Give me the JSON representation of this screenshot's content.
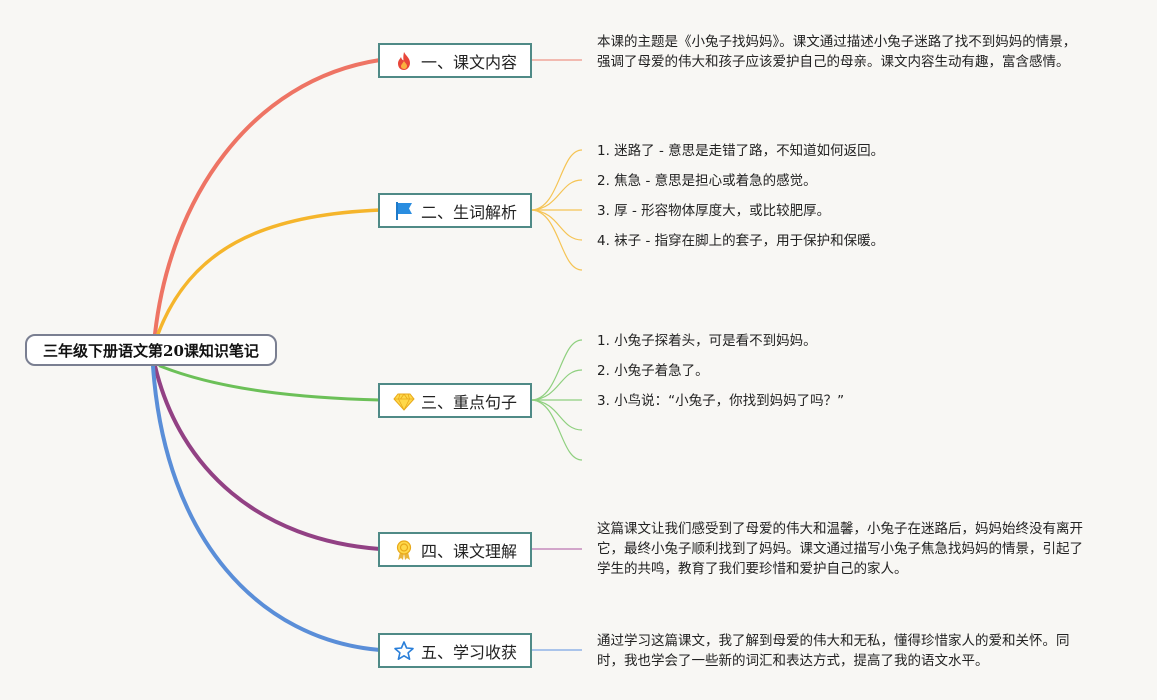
{
  "root": {
    "title": "三年级下册语文第20课知识笔记"
  },
  "branches": [
    {
      "label": "一、课文内容",
      "icon": "fire-icon",
      "color": "#ee7464",
      "text": "本课的主题是《小兔子找妈妈》。课文通过描述小兔子迷路了找不到妈妈的情景，强调了母爱的伟大和孩子应该爱护自己的母亲。课文内容生动有趣，富含感情。"
    },
    {
      "label": "二、生词解析",
      "icon": "flag-icon",
      "color": "#f5b52b",
      "items": [
        "1. 迷路了 - 意思是走错了路，不知道如何返回。",
        "2. 焦急 - 意思是担心或着急的感觉。",
        "3. 厚 - 形容物体厚度大，或比较肥厚。",
        "4. 袜子 - 指穿在脚上的套子，用于保护和保暖。"
      ]
    },
    {
      "label": "三、重点句子",
      "icon": "diamond-icon",
      "color": "#6cc058",
      "items": [
        "1. 小兔子探着头，可是看不到妈妈。",
        "2. 小兔子着急了。",
        "3. 小鸟说：“小兔子，你找到妈妈了吗？”"
      ]
    },
    {
      "label": "四、课文理解",
      "icon": "medal-icon",
      "color": "#924184",
      "text": "这篇课文让我们感受到了母爱的伟大和温馨，小兔子在迷路后，妈妈始终没有离开它，最终小兔子顺利找到了妈妈。课文通过描写小兔子焦急找妈妈的情景，引起了学生的共鸣，教育了我们要珍惜和爱护自己的家人。"
    },
    {
      "label": "五、学习收获",
      "icon": "star-icon",
      "color": "#5a8ed8",
      "text": "通过学习这篇课文，我了解到母爱的伟大和无私，懂得珍惜家人的爱和关怀。同时，我也学会了一些新的词汇和表达方式，提高了我的语文水平。"
    }
  ]
}
